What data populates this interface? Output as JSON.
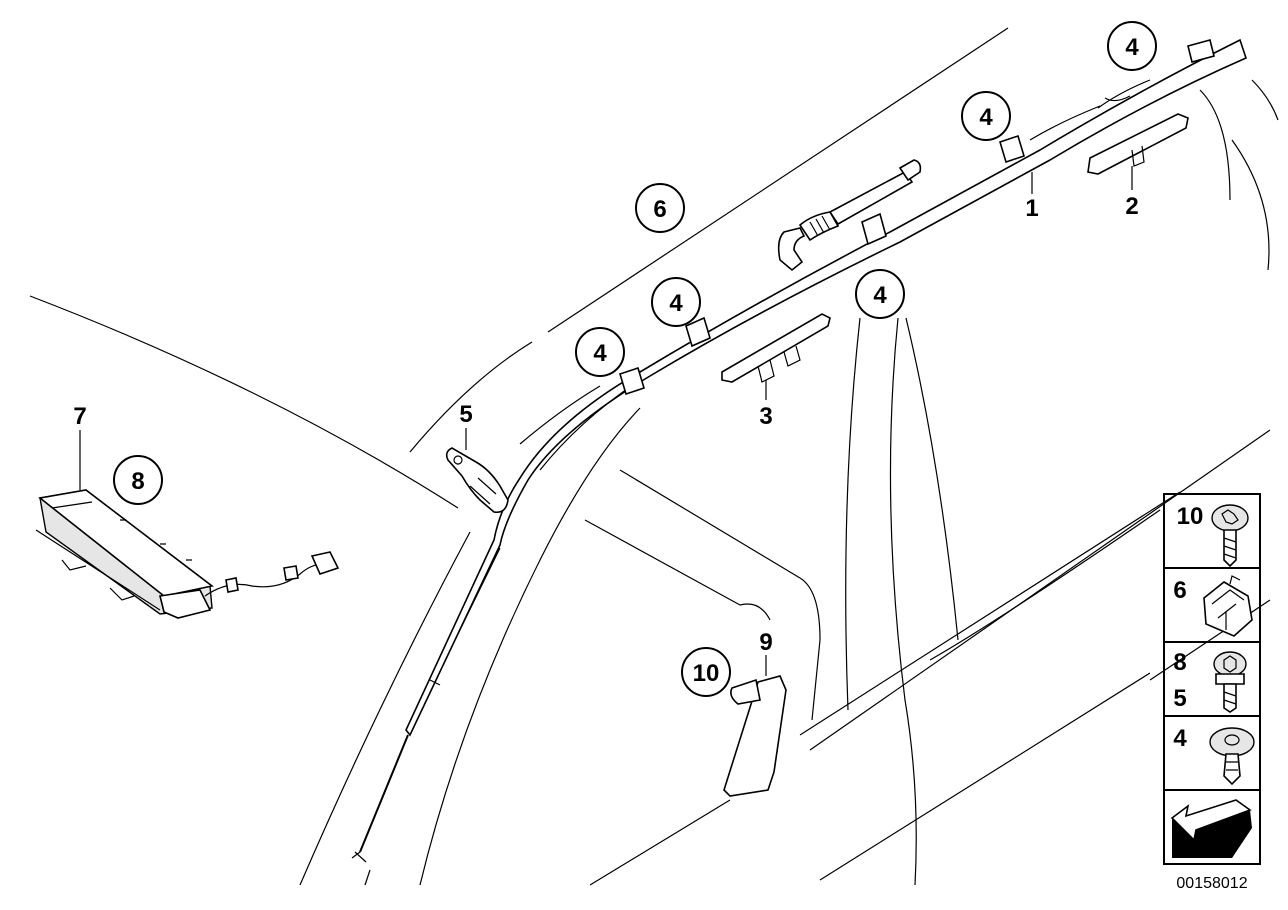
{
  "callouts": {
    "c1": "1",
    "c2": "2",
    "c3": "3",
    "c4a": "4",
    "c4b": "4",
    "c4c": "4",
    "c4d": "4",
    "c4e": "4",
    "c5": "5",
    "c6": "6",
    "c7": "7",
    "c8": "8",
    "c9": "9",
    "c10": "10"
  },
  "legend": {
    "items": [
      {
        "label": "10",
        "icon": "torx-screw-icon"
      },
      {
        "label": "6",
        "icon": "clip-nut-icon"
      },
      {
        "label": "8",
        "label2": "5",
        "icon": "torx-bolt-icon"
      },
      {
        "label": "4",
        "icon": "expanding-rivet-icon"
      }
    ],
    "direction_icon": "direction-arrow-icon"
  },
  "reference_number": "00158012",
  "colors": {
    "line": "#000000",
    "background": "#ffffff",
    "fill_gray": "#e6e6e6"
  }
}
